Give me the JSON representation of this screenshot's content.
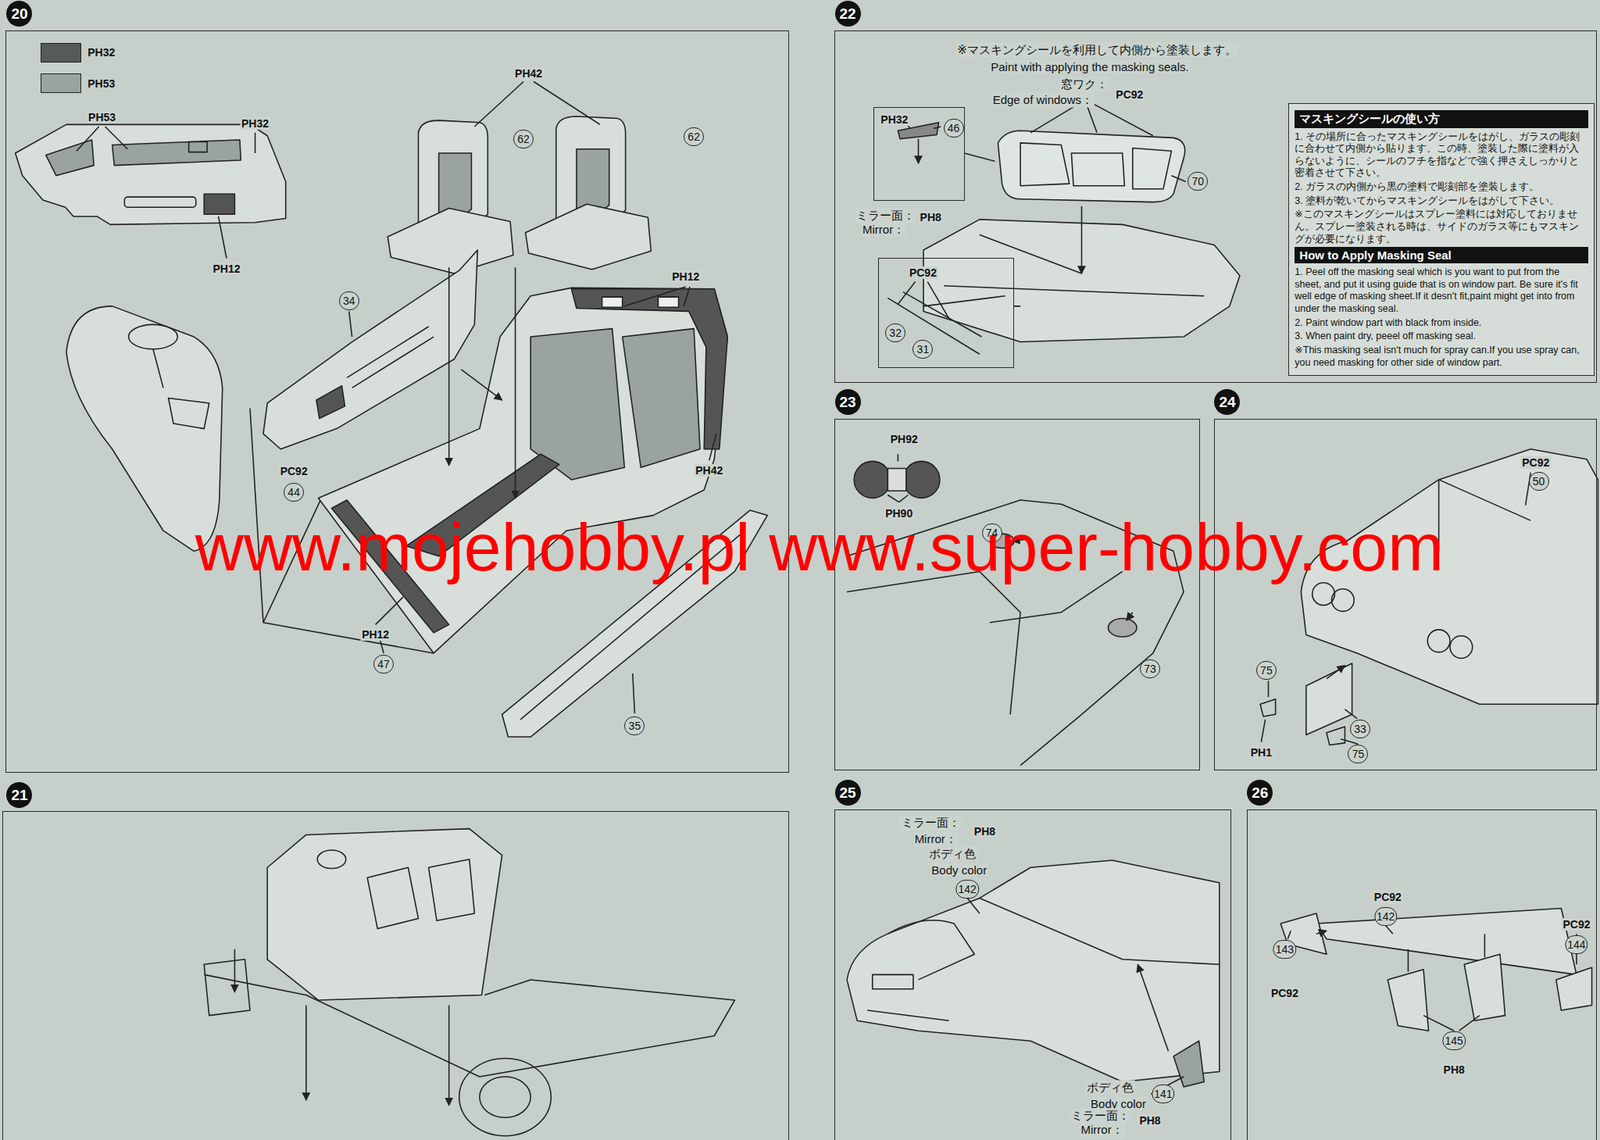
{
  "diagram": {
    "nodes": [
      {
        "text": [
          "20"
        ]
      },
      {
        "text": [
          "21"
        ]
      },
      {
        "text": [
          "22"
        ]
      },
      {
        "text": [
          "PH32",
          "46"
        ],
        "in": 2
      },
      {
        "text": [
          "PC92",
          "32",
          "31"
        ],
        "in": 2
      },
      {
        "text": [
          "マスキングシールの使い方",
          "1. その場所に合ったマスキングシールをはがし、ガラスの彫刻に合わせて内側から貼ります。この時、塗装した際に塗料が入らないように、シールのフチを指などで強く押さえしっかりと密着させて下さい。",
          "2. ガラスの内側から黒の塗料で彫刻部を塗装します。",
          "3. 塗料が乾いてからマスキングシールをはがして下さい。",
          "※このマスキングシールはスプレー塗料には対応しておりません。スプレー塗装される時は、サイドのガラス等にもマスキングが必要になります。",
          "How to Apply Masking Seal",
          "1. Peel off the masking seal which is you want to put from the sheet, and put it using guide that is on window part. Be sure it's fit well edge of masking sheet.If it desn't fit,paint might get into from under the masking seal.",
          "2. Paint window part with black from inside.",
          "3. When paint dry, peeel off masking seal.",
          "※This masking seal isn't much for spray can.If you use spray can, you need masking for other side of window part."
        ],
        "in": 2
      },
      {
        "text": [
          "23"
        ]
      },
      {
        "text": [
          "24"
        ]
      },
      {
        "text": [
          "25"
        ]
      },
      {
        "text": [
          "26"
        ]
      }
    ],
    "labels": [
      "PH53",
      "PH32",
      "PH12",
      "PH42",
      "62",
      "62",
      "34",
      "PH12",
      "PH42",
      "PC92",
      "44",
      "PH12",
      "47",
      "35",
      "※マスキングシールを利用して内側から塗装します。",
      "Paint with applying the masking seals.",
      "窓ワク：",
      "Edge of windows：",
      "PC92",
      "ミラー面：",
      "Mirror：",
      "PH8",
      "70",
      "PH92",
      "PH90",
      "74",
      "73",
      "PC92",
      "50",
      "75",
      "33",
      "PH1",
      "75",
      "ミラー面：",
      "PH8",
      "Mirror：",
      "ボディ色",
      "Body color",
      "142",
      "ボディ色",
      "Body color",
      "141",
      "ミラー面：",
      "PH8",
      "Mirror：",
      "PC92",
      "142",
      "PC92",
      "144",
      "143",
      "PC92",
      "145",
      "PH8",
      "www.mojehobby.pl www.super-hobby.com"
    ],
    "legend": [
      {
        "text": "PH32",
        "color": "#555b58"
      },
      {
        "text": "PH53",
        "color": "#9aa39e"
      }
    ]
  }
}
